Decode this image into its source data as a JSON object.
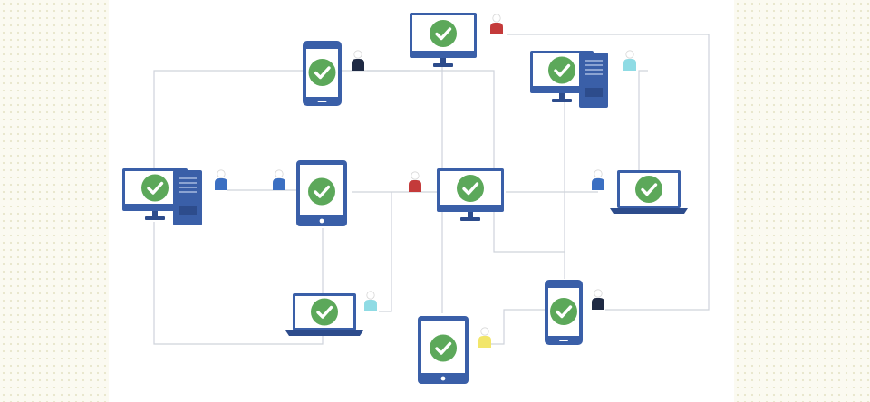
{
  "colors": {
    "device_body": "#3a5fa8",
    "device_dark": "#2d4c8c",
    "screen": "#ffffff",
    "check_fill": "#5ca85a",
    "check_mark": "#ffffff",
    "connection_line": "#cfd3db",
    "background": "#fbfaf1"
  },
  "icons": {
    "device_status": "check-circle-icon",
    "user": "user-icon"
  },
  "devices": [
    {
      "id": "phone-top",
      "kind": "phone",
      "status": "ok"
    },
    {
      "id": "monitor-top",
      "kind": "monitor",
      "status": "ok"
    },
    {
      "id": "desktop-top-right",
      "kind": "desktop",
      "status": "ok"
    },
    {
      "id": "desktop-left",
      "kind": "desktop",
      "status": "ok"
    },
    {
      "id": "tablet-center-left",
      "kind": "tablet",
      "status": "ok"
    },
    {
      "id": "monitor-center",
      "kind": "monitor",
      "status": "ok"
    },
    {
      "id": "laptop-right",
      "kind": "laptop",
      "status": "ok"
    },
    {
      "id": "laptop-bottom-left",
      "kind": "laptop",
      "status": "ok"
    },
    {
      "id": "phone-bottom-right",
      "kind": "phone",
      "status": "ok"
    },
    {
      "id": "tablet-bottom",
      "kind": "tablet",
      "status": "ok"
    }
  ],
  "users": [
    {
      "id": "user-1",
      "color": "#c43a3a"
    },
    {
      "id": "user-2",
      "color": "#1f2a44"
    },
    {
      "id": "user-3",
      "color": "#8fdbe4"
    },
    {
      "id": "user-4",
      "color": "#3b6fc2"
    },
    {
      "id": "user-5",
      "color": "#3b6fc2"
    },
    {
      "id": "user-6",
      "color": "#c43a3a"
    },
    {
      "id": "user-7",
      "color": "#3b6fc2"
    },
    {
      "id": "user-8",
      "color": "#8fdbe4"
    },
    {
      "id": "user-9",
      "color": "#1f2a44"
    },
    {
      "id": "user-10",
      "color": "#f2e66b"
    }
  ]
}
